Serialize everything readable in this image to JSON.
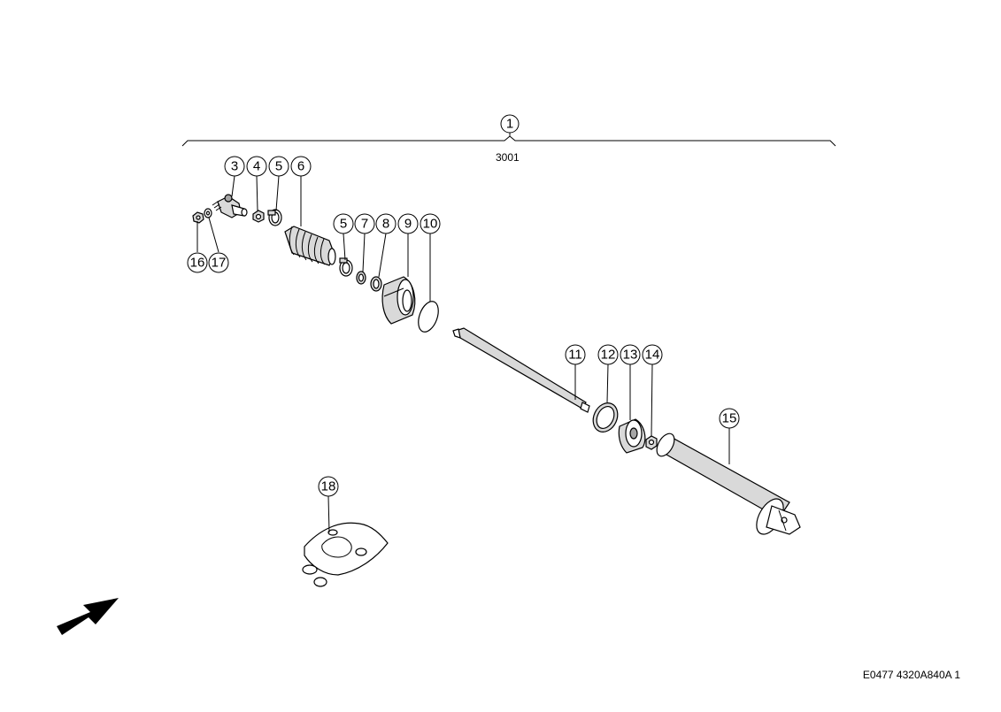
{
  "assembly": {
    "callout": "1",
    "code": "3001"
  },
  "callouts": [
    "3",
    "4",
    "5",
    "6",
    "5",
    "7",
    "8",
    "9",
    "10",
    "11",
    "12",
    "13",
    "14",
    "15",
    "16",
    "17",
    "18"
  ],
  "drawing_id": "E0477 4320A840A 1",
  "icons": {
    "direction": "arrow-icon"
  }
}
